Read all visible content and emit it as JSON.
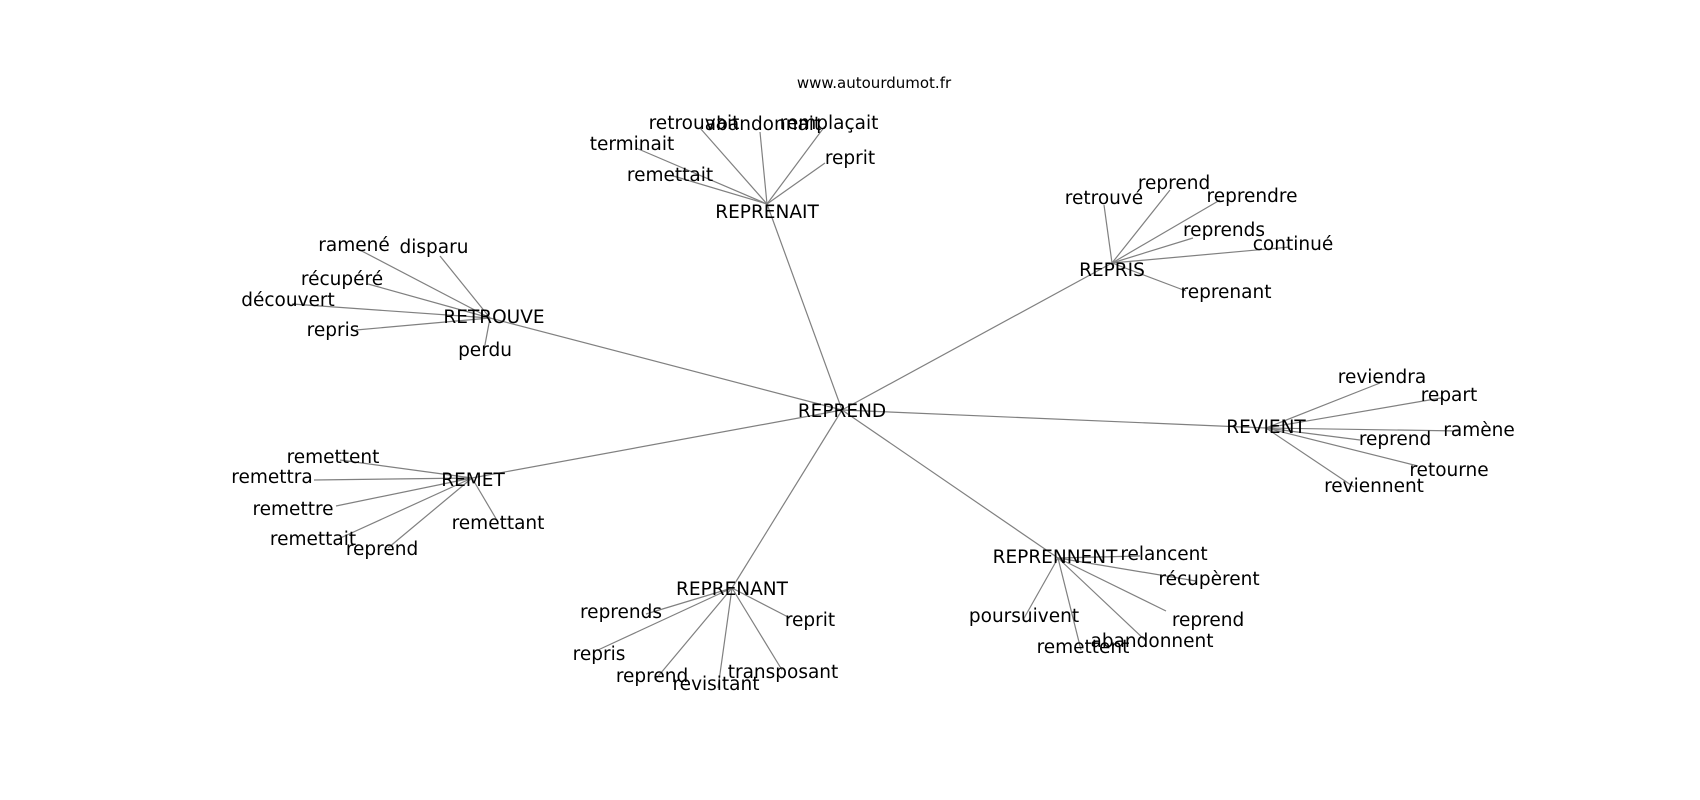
{
  "source": "www.autourdumot.fr",
  "center": "REPREND",
  "branches": [
    {
      "name": "REPRENAIT",
      "leaves": [
        "retrouvait",
        "abandonnait",
        "remplaçait",
        "terminait",
        "reprit",
        "remettait"
      ]
    },
    {
      "name": "RETROUVE",
      "leaves": [
        "ramené",
        "disparu",
        "récupéré",
        "découvert",
        "repris",
        "perdu"
      ]
    },
    {
      "name": "REPRIS",
      "leaves": [
        "reprend",
        "retrouvé",
        "reprendre",
        "reprends",
        "continué",
        "reprenant"
      ]
    },
    {
      "name": "REVIENT",
      "leaves": [
        "reviendra",
        "repart",
        "ramène",
        "reprend",
        "retourne",
        "reviennent"
      ]
    },
    {
      "name": "REMET",
      "leaves": [
        "remettent",
        "remettra",
        "remettre",
        "remettait",
        "reprend",
        "remettant"
      ]
    },
    {
      "name": "REPRENNENT",
      "leaves": [
        "relancent",
        "récupèrent",
        "poursuivent",
        "reprend",
        "abandonnent",
        "remettent"
      ]
    },
    {
      "name": "REPRENANT",
      "leaves": [
        "reprends",
        "reprit",
        "repris",
        "reprend",
        "revisitant",
        "transposant"
      ]
    }
  ]
}
